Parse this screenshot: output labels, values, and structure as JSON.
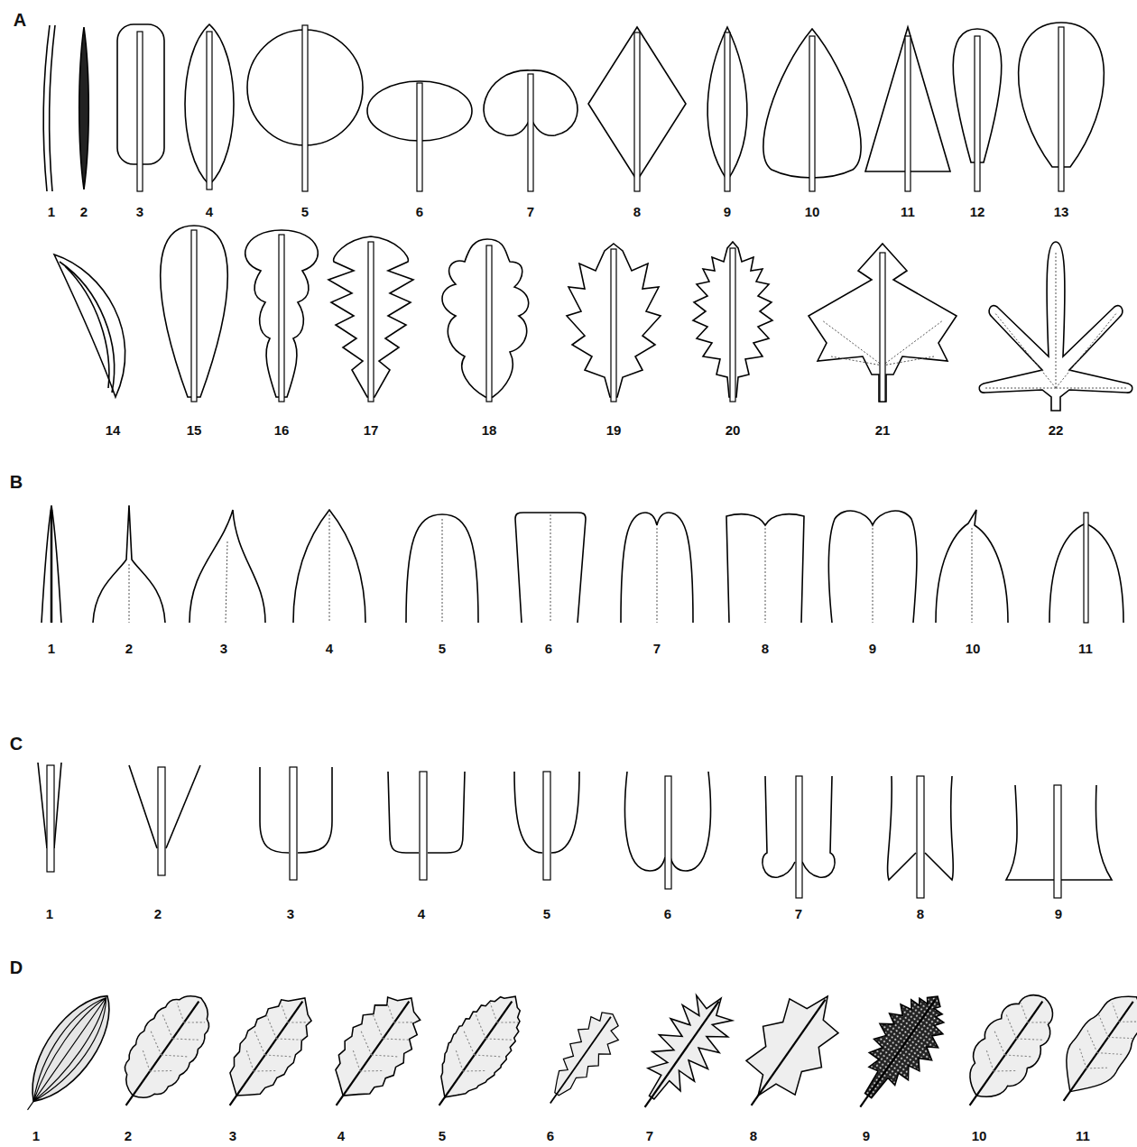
{
  "diagram": {
    "labels": [
      "A",
      "1",
      "2",
      "3",
      "4",
      "5",
      "6",
      "7",
      "8",
      "9",
      "10",
      "11",
      "12",
      "13",
      "14",
      "15",
      "16",
      "17",
      "18",
      "19",
      "20",
      "21",
      "22",
      "B",
      "1",
      "2",
      "3",
      "4",
      "5",
      "6",
      "7",
      "8",
      "9",
      "10",
      "11",
      "C",
      "1",
      "2",
      "3",
      "4",
      "5",
      "6",
      "7",
      "8",
      "9",
      "D",
      "1",
      "2",
      "3",
      "4",
      "5",
      "6",
      "7",
      "8",
      "9",
      "10",
      "11"
    ]
  }
}
